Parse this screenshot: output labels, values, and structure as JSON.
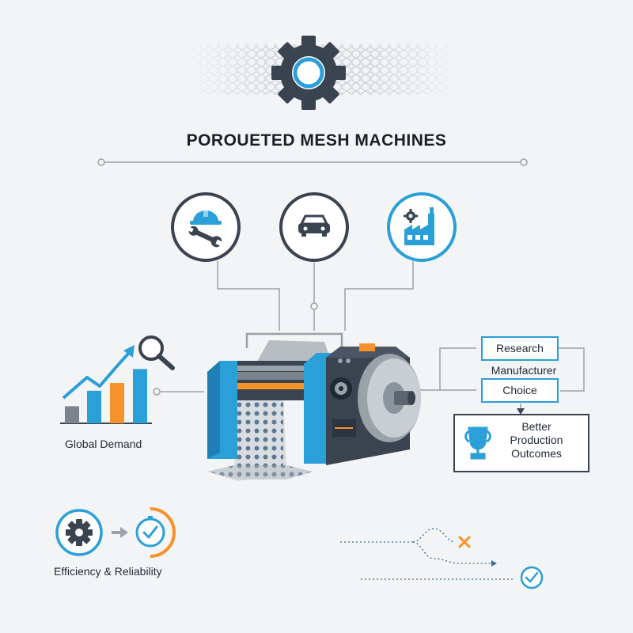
{
  "title": "POROUETED MESH MACHINES",
  "left_label": "Global Demand",
  "bottom_left_label": "Efficiency & Reliability",
  "flow": {
    "research": "Research",
    "manufacturer": "Manufacturer",
    "choice": "Choice",
    "outcome_line1": "Better",
    "outcome_line2": "Production",
    "outcome_line3": "Outcomes"
  },
  "chart_bars": [
    0.22,
    0.42,
    0.52,
    0.7
  ],
  "colors": {
    "blue": "#2b9fd8",
    "dark": "#3a4350",
    "orange": "#f5922a",
    "gray": "#7b838d",
    "line": "#9aa1a9"
  },
  "icons": [
    "gear-icon",
    "worker-wrench-icon",
    "car-icon",
    "factory-icon",
    "magnifier-icon",
    "trophy-icon",
    "clock-check-icon",
    "check-icon",
    "cross-icon"
  ]
}
